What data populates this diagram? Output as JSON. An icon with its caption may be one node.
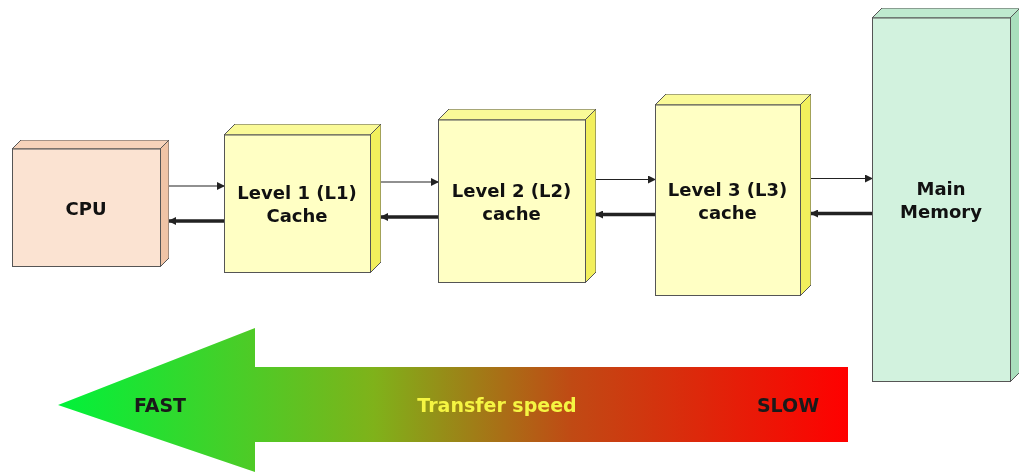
{
  "diagram": {
    "nodes": [
      {
        "text": [
          "CPU"
        ]
      },
      {
        "text": [
          "Level 1 (L1) Cache"
        ]
      },
      {
        "text": [
          "Level 2 (L2) cache"
        ]
      },
      {
        "text": [
          "Level 3 (L3) cache"
        ]
      },
      {
        "text": [
          "Main Memory"
        ]
      }
    ],
    "edges": [
      {
        "from": 0,
        "to": 1,
        "arrow": "to"
      },
      {
        "from": 1,
        "to": 0,
        "arrow": "to",
        "style": "thick"
      },
      {
        "from": 1,
        "to": 2,
        "arrow": "to"
      },
      {
        "from": 2,
        "to": 1,
        "arrow": "to",
        "style": "thick"
      },
      {
        "from": 2,
        "to": 3,
        "arrow": "to"
      },
      {
        "from": 3,
        "to": 2,
        "arrow": "to",
        "style": "thick"
      },
      {
        "from": 3,
        "to": 4,
        "arrow": "to"
      },
      {
        "from": 4,
        "to": 3,
        "arrow": "to",
        "style": "thick"
      }
    ],
    "labels": [
      "FAST",
      "Transfer speed",
      "SLOW"
    ]
  }
}
